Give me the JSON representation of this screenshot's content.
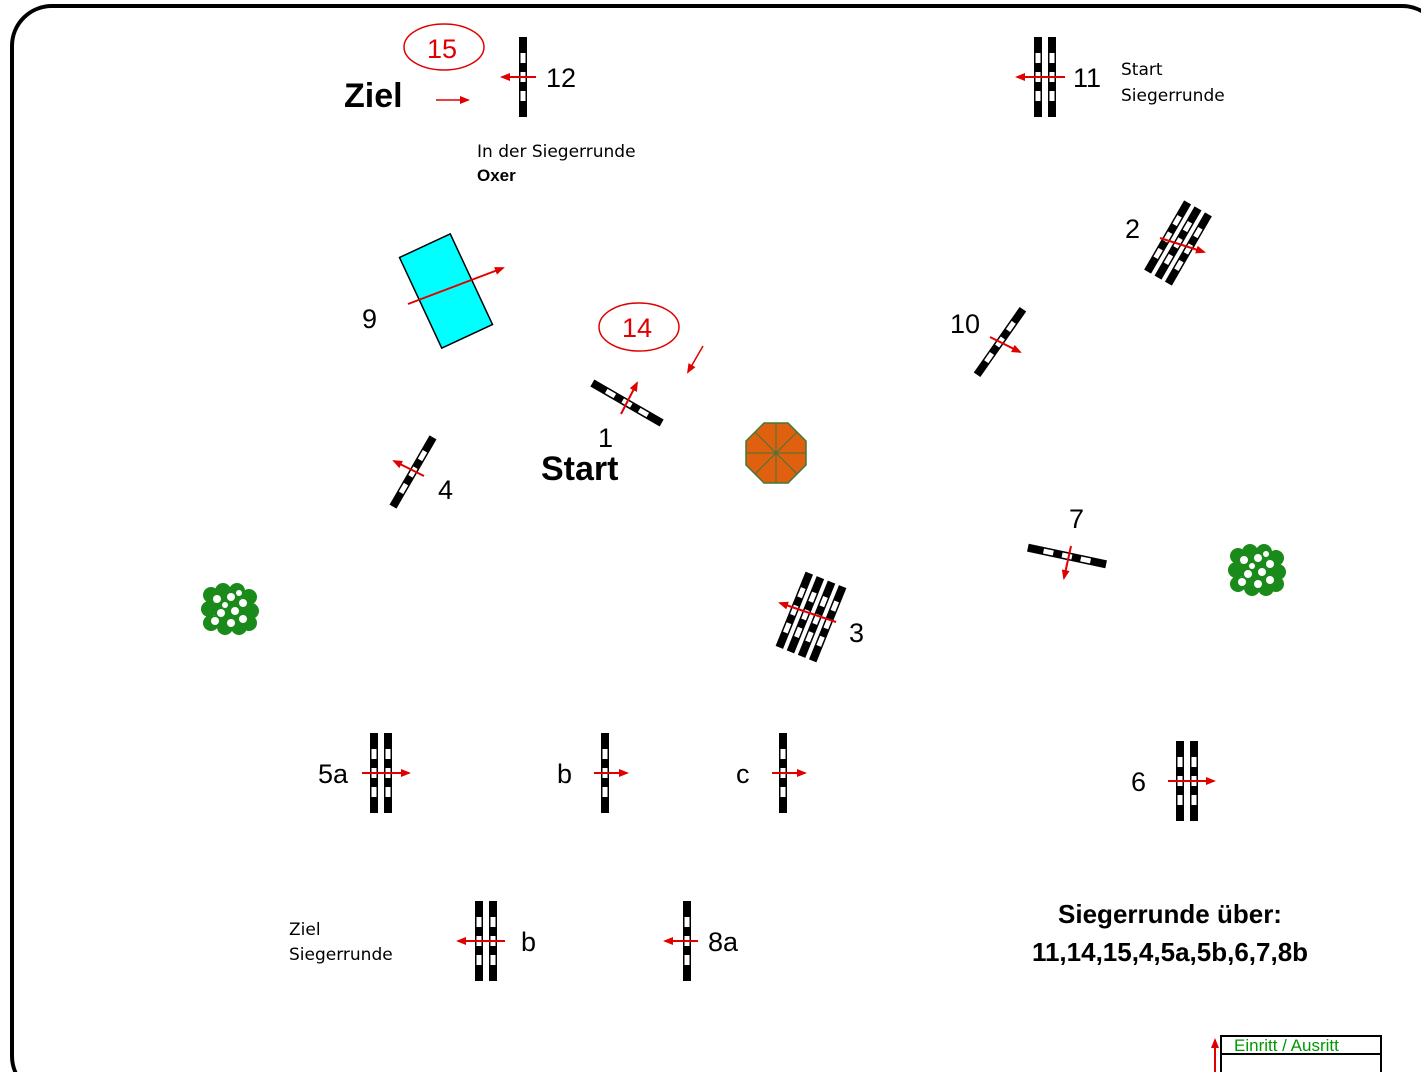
{
  "labels": {
    "ziel": "Ziel",
    "start": "Start",
    "in_der_siegerrunde": "In der Siegerrunde",
    "oxer": "Oxer",
    "start_siegerrunde_line1": "Start",
    "start_siegerrunde_line2": "Siegerrunde",
    "ziel_siegerrunde_line1": "Ziel",
    "ziel_siegerrunde_line2": "Siegerrunde",
    "siegerrunde_title": "Siegerrunde über:",
    "siegerrunde_list": "11,14,15,4,5a,5b,6,7,8b",
    "gate": "Einritt / Ausritt"
  },
  "obstacles": {
    "n1": "1",
    "n2": "2",
    "n3": "3",
    "n4": "4",
    "n5a": "5a",
    "n5b": "b",
    "n5c": "c",
    "n6": "6",
    "n7": "7",
    "n8a": "8a",
    "n8b": "b",
    "n9": "9",
    "n10": "10",
    "n11": "11",
    "n12": "12",
    "n14": "14",
    "n15": "15"
  },
  "colors": {
    "arrow": "#e00000",
    "water": "#00ffff",
    "tree": "#e06010",
    "bush": "#1a8a1a",
    "gate": "#009900"
  }
}
